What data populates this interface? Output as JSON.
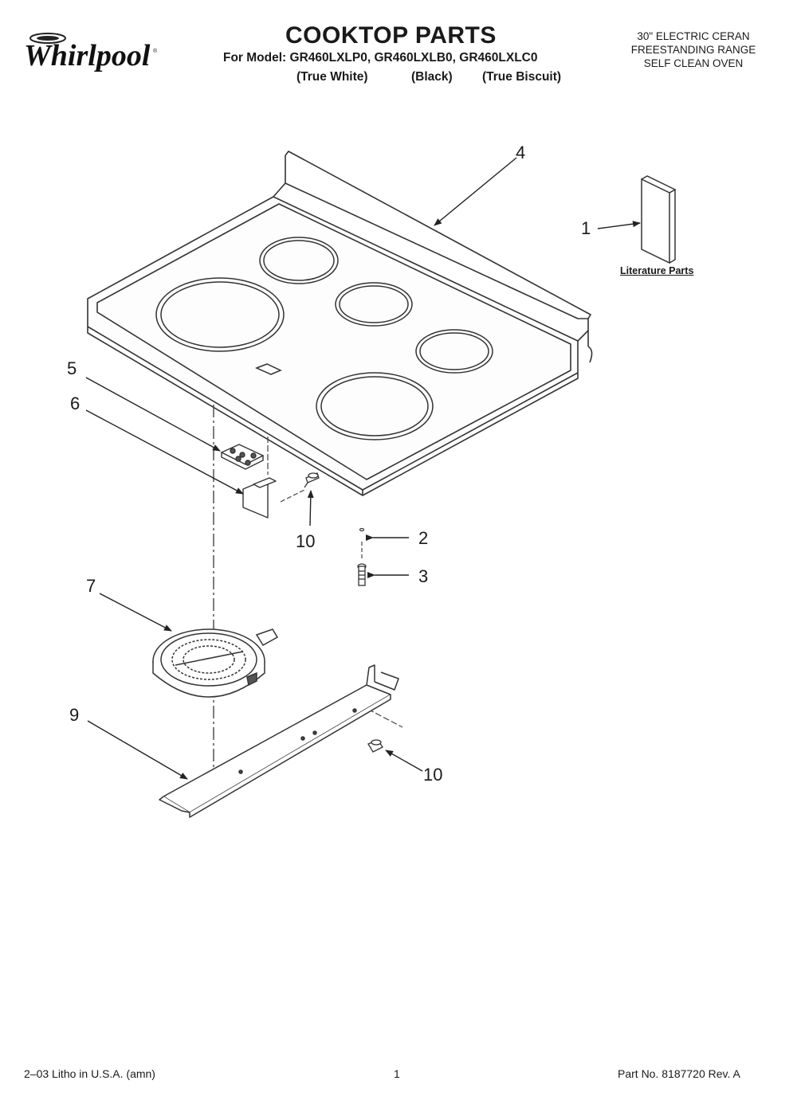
{
  "brand": "Whirlpool",
  "header": {
    "title": "COOKTOP PARTS",
    "model_line": "For Model: GR460LXLP0, GR460LXLB0, GR460LXLC0",
    "finishes": [
      "(True White)",
      "(Black)",
      "(True Biscuit)"
    ],
    "spec_lines": [
      "30\" ELECTRIC CERAN",
      "FREESTANDING RANGE",
      "SELF CLEAN OVEN"
    ]
  },
  "callouts": {
    "c1": "1",
    "c2": "2",
    "c3": "3",
    "c4": "4",
    "c5": "5",
    "c6": "6",
    "c7": "7",
    "c9": "9",
    "c10a": "10",
    "c10b": "10"
  },
  "literature_label": "Literature Parts",
  "footer": {
    "left": "2–03 Litho in U.S.A. (amn)",
    "page": "1",
    "right": "Part No. 8187720 Rev. A"
  }
}
